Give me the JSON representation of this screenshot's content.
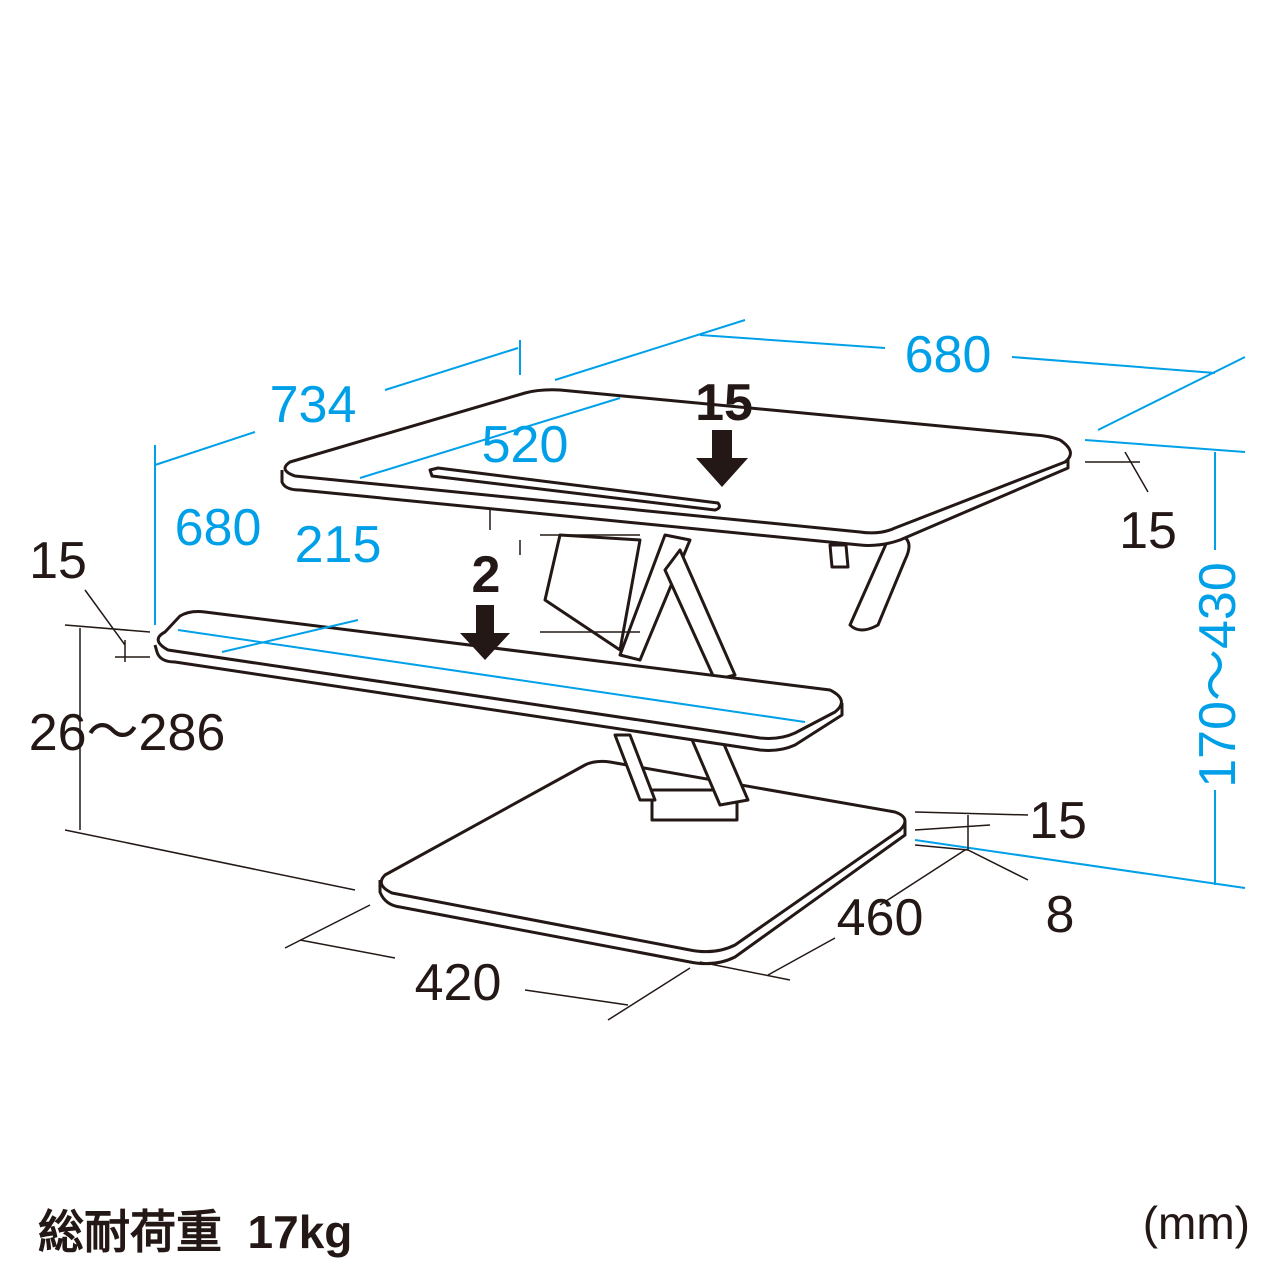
{
  "colors": {
    "dimension": "#00a0e9",
    "outline": "#231815"
  },
  "dimensions": {
    "top_width": "680",
    "top_depth": "734",
    "slot_width": "520",
    "top_thickness_right": "15",
    "height_range": "170～430",
    "tray_width": "680",
    "tray_depth": "215",
    "tray_thickness": "15",
    "tray_height_range": "26～286",
    "base_thickness": "15",
    "base_offset": "8",
    "base_depth": "460",
    "base_width": "420"
  },
  "loads": {
    "top_load": "15",
    "tray_load": "2"
  },
  "footer": {
    "total_load": "総耐荷重  17kg",
    "unit": "(mm)"
  }
}
